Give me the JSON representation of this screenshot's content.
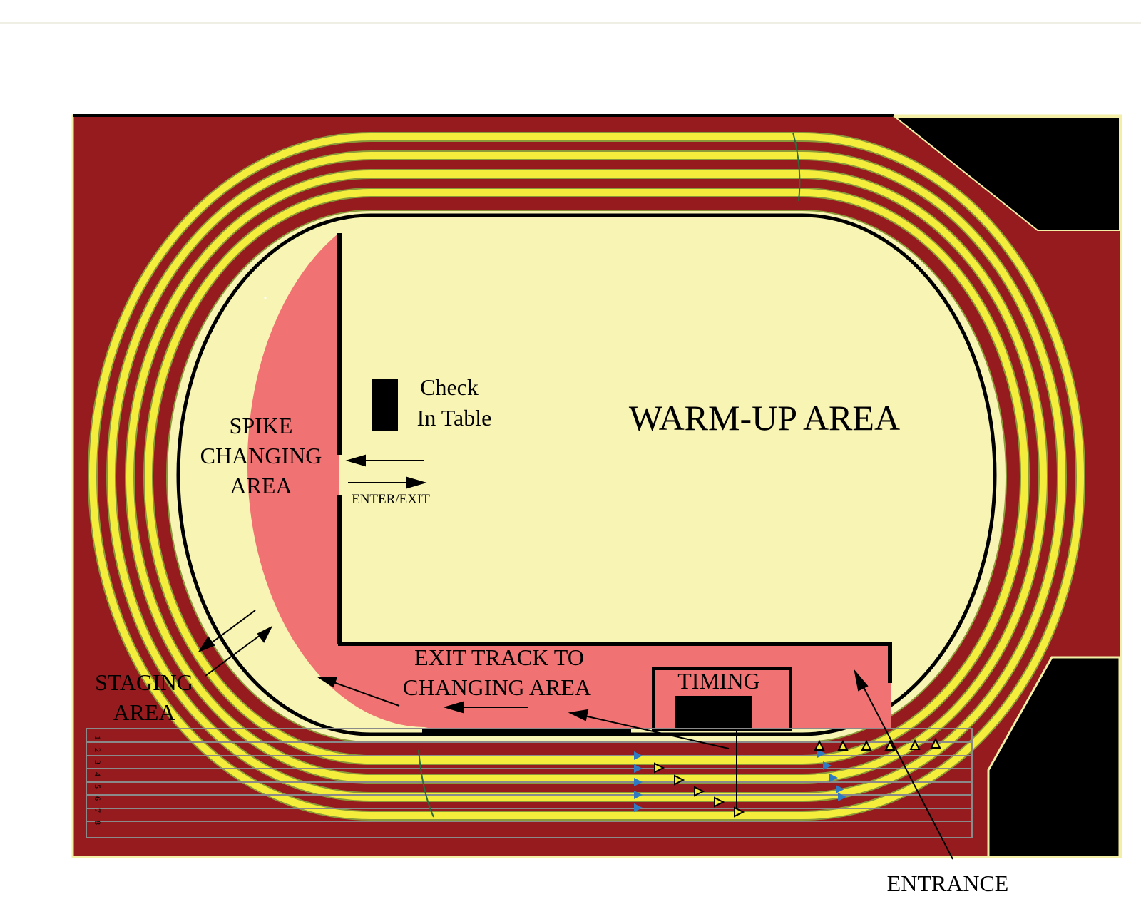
{
  "labels": {
    "warmup": "WARM-UP AREA",
    "check_in_line1": "Check",
    "check_in_line2": "In Table",
    "spike_line1": "SPIKE",
    "spike_line2": "CHANGING",
    "spike_line3": "AREA",
    "enter_exit": "ENTER/EXIT",
    "exit_track_line1": "EXIT TRACK TO",
    "exit_track_line2": "CHANGING AREA",
    "timing": "TIMING",
    "staging_line1": "STAGING",
    "staging_line2": "AREA",
    "entrance": "ENTRANCE"
  },
  "lane_numbers": [
    "1",
    "2",
    "3",
    "4",
    "5",
    "6",
    "7",
    "8"
  ],
  "colors": {
    "track_red": "#961b1e",
    "lane_yellow": "#f5ed3c",
    "infield_cream": "#f7f4b4",
    "spike_area_pink": "#f07272",
    "structure_black": "#000000",
    "start_marker_blue": "#2e7bc4"
  }
}
